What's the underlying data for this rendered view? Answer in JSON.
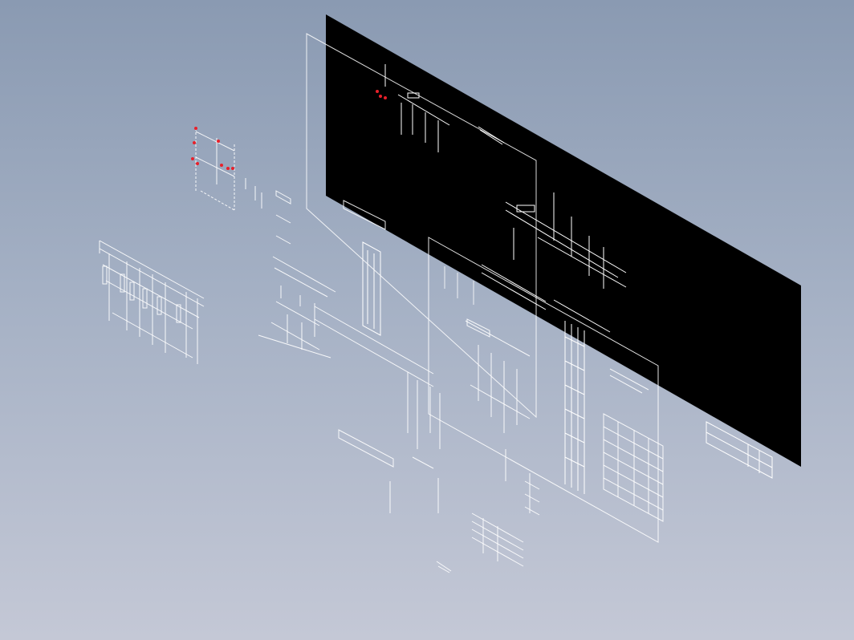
{
  "viewport": {
    "view_mode": "isometric-3d",
    "background_top": "#8a9ab2",
    "background_bottom": "#c4c8d6"
  },
  "colors": {
    "linework": "#ffffff",
    "sheet_fill": "#000000",
    "highlight": "#e8202a"
  },
  "drawing": {
    "sheet_count": 3,
    "annotation_style": "unreadable-small-text"
  }
}
